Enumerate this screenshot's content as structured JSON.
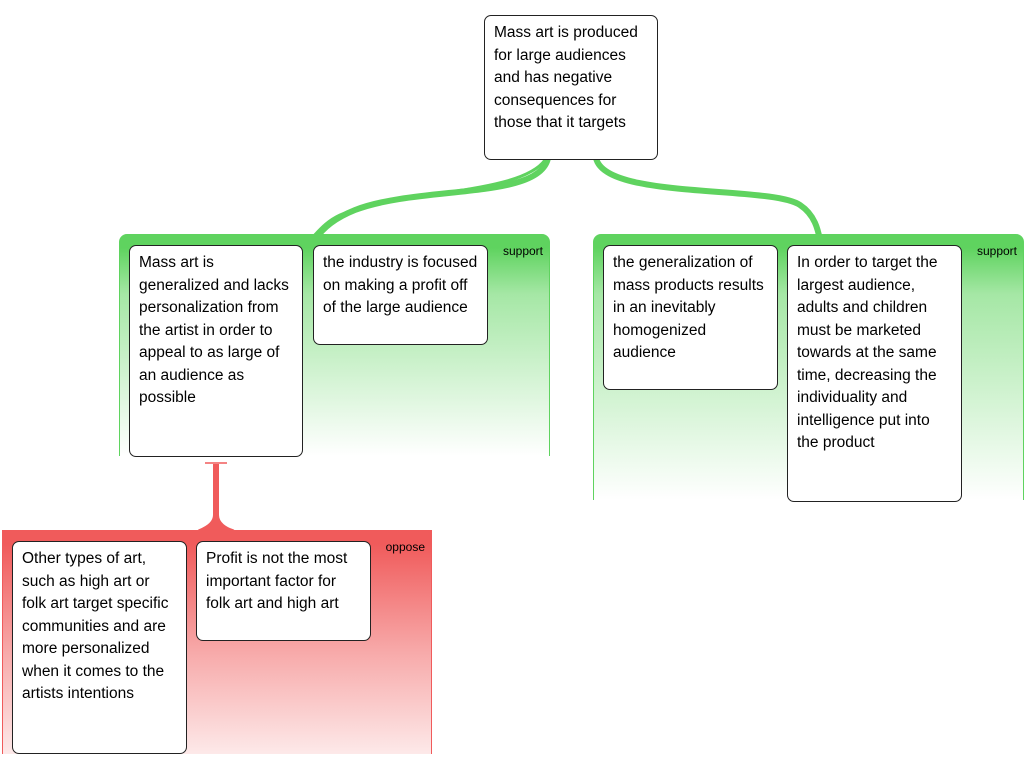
{
  "claim": {
    "text": "Mass art is produced for large audiences and has negative consequences for those that it targets"
  },
  "groups": [
    {
      "type": "support",
      "label": "support",
      "premises": [
        "Mass art is generalized and lacks personalization from the artist in order to appeal to as large of an audience as possible",
        "the industry is focused on making a profit off of the large audience"
      ]
    },
    {
      "type": "support",
      "label": "support",
      "premises": [
        "the generalization of mass products results in an inevitably homogenized audience",
        "In order to target the largest audience, adults and children must be marketed towards at the same time, decreasing the individuality and intelligence put into the product"
      ]
    },
    {
      "type": "oppose",
      "label": "oppose",
      "premises": [
        "Other types of art, such as high art or folk art target specific communities and are more personalized when it comes to the artists intentions",
        "Profit is not the most important factor for folk art and high art"
      ]
    }
  ],
  "colors": {
    "support": "#5fd35f",
    "oppose": "#f05b5b"
  }
}
